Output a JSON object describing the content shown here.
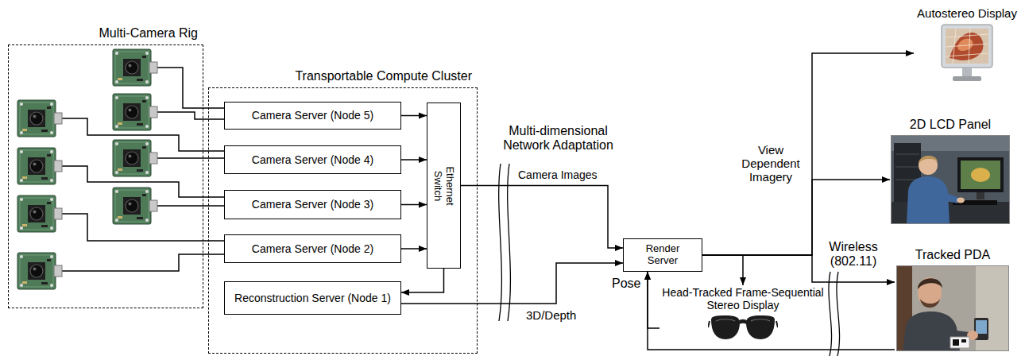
{
  "diagram": {
    "nodes": [
      {
        "text": [
          "Multi-Camera Rig"
        ]
      },
      {
        "text": [
          "Transportable Compute Cluster"
        ]
      },
      {
        "text": [
          "Camera Server (Node 5)"
        ],
        "in": 1
      },
      {
        "text": [
          "Camera Server (Node 4)"
        ],
        "in": 1
      },
      {
        "text": [
          "Camera Server (Node 3)"
        ],
        "in": 1
      },
      {
        "text": [
          "Camera Server (Node 2)"
        ],
        "in": 1
      },
      {
        "text": [
          "Ethernet Switch"
        ],
        "in": 1
      },
      {
        "text": [
          "Reconstruction Server (Node 1)"
        ],
        "in": 1
      },
      {
        "text": [
          "Render Server"
        ]
      },
      {
        "text": [
          "Autostereo Display"
        ]
      },
      {
        "text": [
          "2D LCD Panel"
        ]
      },
      {
        "text": [
          "Head-Tracked Frame-Sequential Stereo Display"
        ]
      },
      {
        "text": [
          "Tracked PDA"
        ]
      }
    ],
    "edges": [
      {
        "from": 2,
        "to": 6,
        "arrow": "to"
      },
      {
        "from": 3,
        "to": 6,
        "arrow": "to"
      },
      {
        "from": 4,
        "to": 6,
        "arrow": "to"
      },
      {
        "from": 5,
        "to": 6,
        "arrow": "to"
      },
      {
        "from": 6,
        "to": 7,
        "arrow": "to"
      },
      {
        "from": 6,
        "to": 8,
        "label": "Camera Images",
        "arrow": "to"
      },
      {
        "from": 7,
        "to": 8,
        "label": "3D/Depth",
        "arrow": "to"
      },
      {
        "from": 8,
        "to": 9,
        "arrow": "to"
      },
      {
        "from": 8,
        "to": 10,
        "arrow": "to"
      },
      {
        "from": 8,
        "to": 11,
        "arrow": "to"
      },
      {
        "from": 8,
        "to": 12,
        "arrow": "to"
      },
      {
        "from": 11,
        "to": 8,
        "arrow": "to"
      },
      {
        "from": 12,
        "to": 8,
        "arrow": "to"
      }
    ],
    "labels": [
      "Multi-dimensional Network Adaptation",
      "View Dependent Imagery",
      "Pose",
      "Wireless (802.11)"
    ]
  }
}
